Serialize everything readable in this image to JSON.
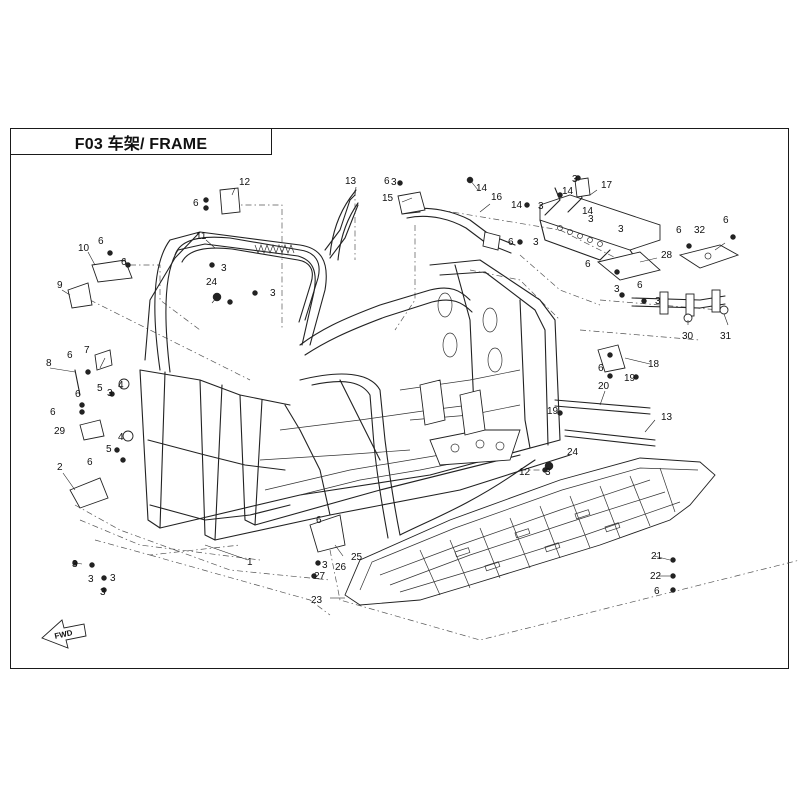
{
  "title": "F03 车架/ FRAME",
  "fwd_label": "FWD",
  "callouts": [
    "1",
    "2",
    "3",
    "4",
    "5",
    "6",
    "7",
    "8",
    "9",
    "10",
    "11",
    "12",
    "13",
    "14",
    "15",
    "16",
    "17",
    "18",
    "19",
    "20",
    "21",
    "22",
    "23",
    "24",
    "25",
    "26",
    "27",
    "28",
    "29",
    "30",
    "31",
    "32"
  ]
}
